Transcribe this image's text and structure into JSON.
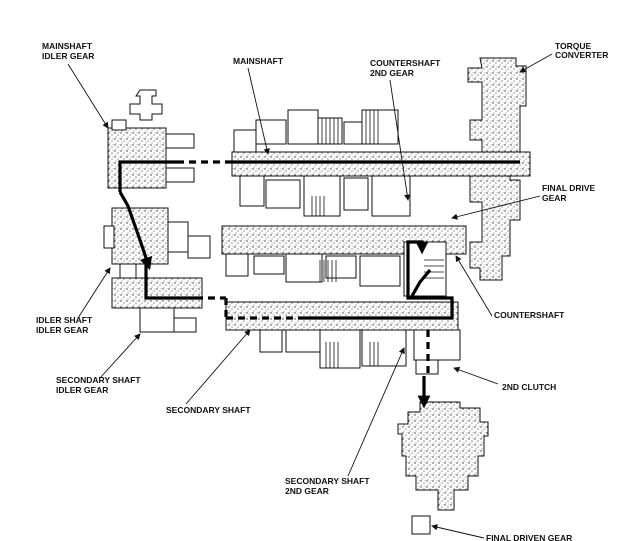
{
  "labels": {
    "mainshaft_idler_gear": [
      "MAINSHAFT",
      "IDLER GEAR"
    ],
    "mainshaft": [
      "MAINSHAFT"
    ],
    "countershaft_2nd_gear": [
      "COUNTERSHAFT",
      "2ND GEAR"
    ],
    "torque_converter": [
      "TORQUE",
      "CONVERTER"
    ],
    "final_drive_gear": [
      "FINAL DRIVE",
      "GEAR"
    ],
    "countershaft": [
      "COUNTERSHAFT"
    ],
    "idler_shaft_idler_gear": [
      "IDLER SHAFT",
      "IDLER GEAR"
    ],
    "secondary_shaft_idler_gear": [
      "SECONDARY SHAFT",
      "IDLER GEAR"
    ],
    "secondary_shaft": [
      "SECONDARY SHAFT"
    ],
    "second_clutch": [
      "2ND CLUTCH"
    ],
    "secondary_shaft_2nd_gear": [
      "SECONDARY SHAFT",
      "2ND GEAR"
    ],
    "final_driven_gear": [
      "FINAL DRIVEN GEAR"
    ]
  },
  "colors": {
    "ink": "#111111",
    "paper": "#ffffff",
    "power_flow": "#000000"
  }
}
